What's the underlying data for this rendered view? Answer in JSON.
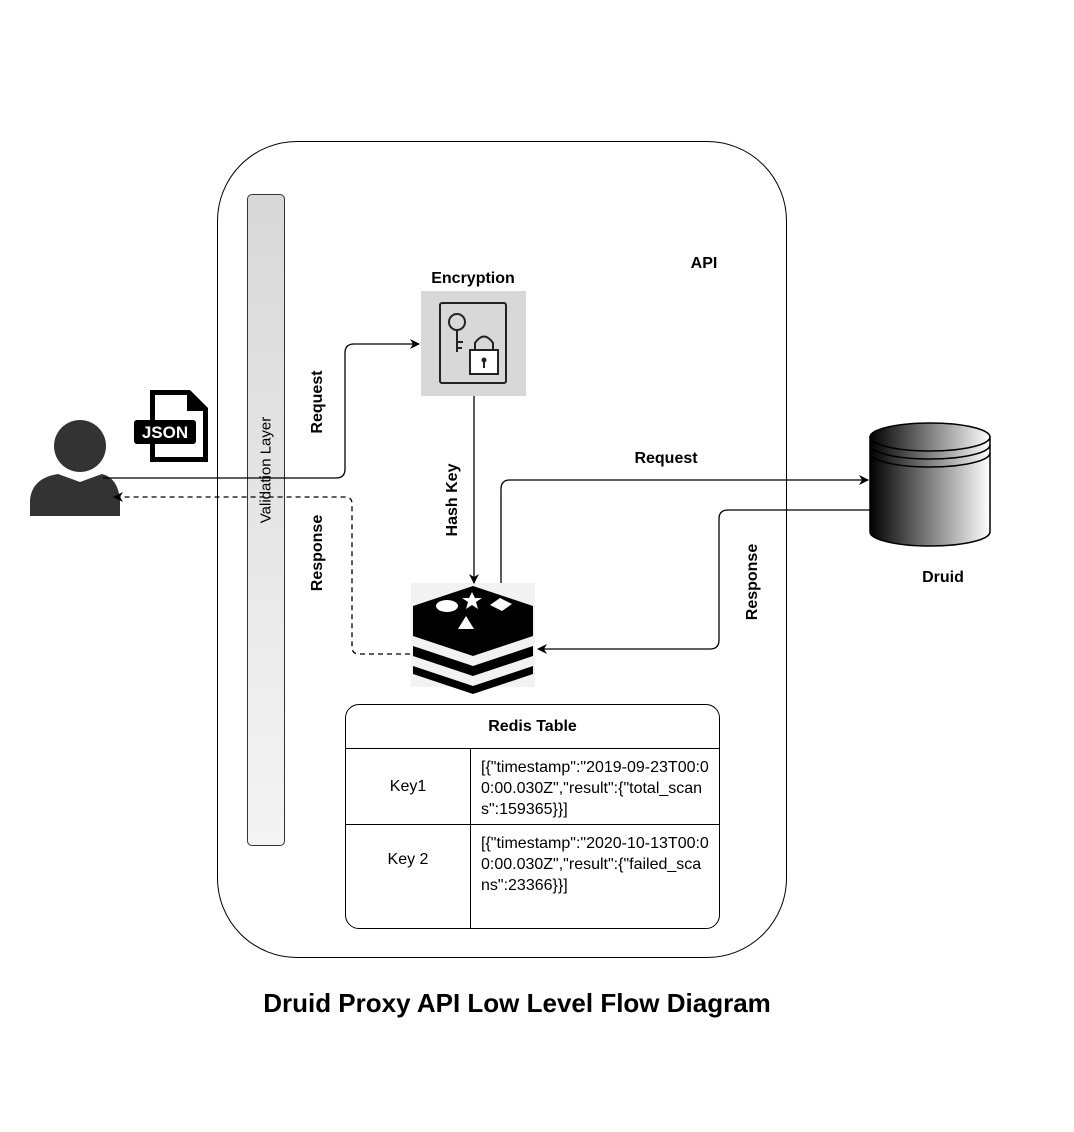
{
  "title": "Druid Proxy API Low Level Flow Diagram",
  "api_label": "API",
  "validation_layer": "Validation Layer",
  "encryption_label": "Encryption",
  "json_label": "JSON",
  "hash_key_label": "Hash Key",
  "druid_label": "Druid",
  "edges": {
    "client_request": "Request",
    "client_response": "Response",
    "druid_request": "Request",
    "druid_response": "Response"
  },
  "redis_table": {
    "title": "Redis Table",
    "rows": [
      {
        "key": "Key1",
        "value": "[{\"timestamp\":\"2019-09-23T00:00:00.030Z\",\"result\":{\"total_scans\":159365}}]"
      },
      {
        "key": "Key 2",
        "value": "[{\"timestamp\":\"2020-10-13T00:00:00.030Z\",\"result\":{\"failed_scans\":23366}}]"
      }
    ]
  },
  "icons": {
    "client": "user-icon",
    "json": "json-file-icon",
    "encryption": "key-lock-icon",
    "cache": "redis-icon",
    "database": "database-icon"
  }
}
